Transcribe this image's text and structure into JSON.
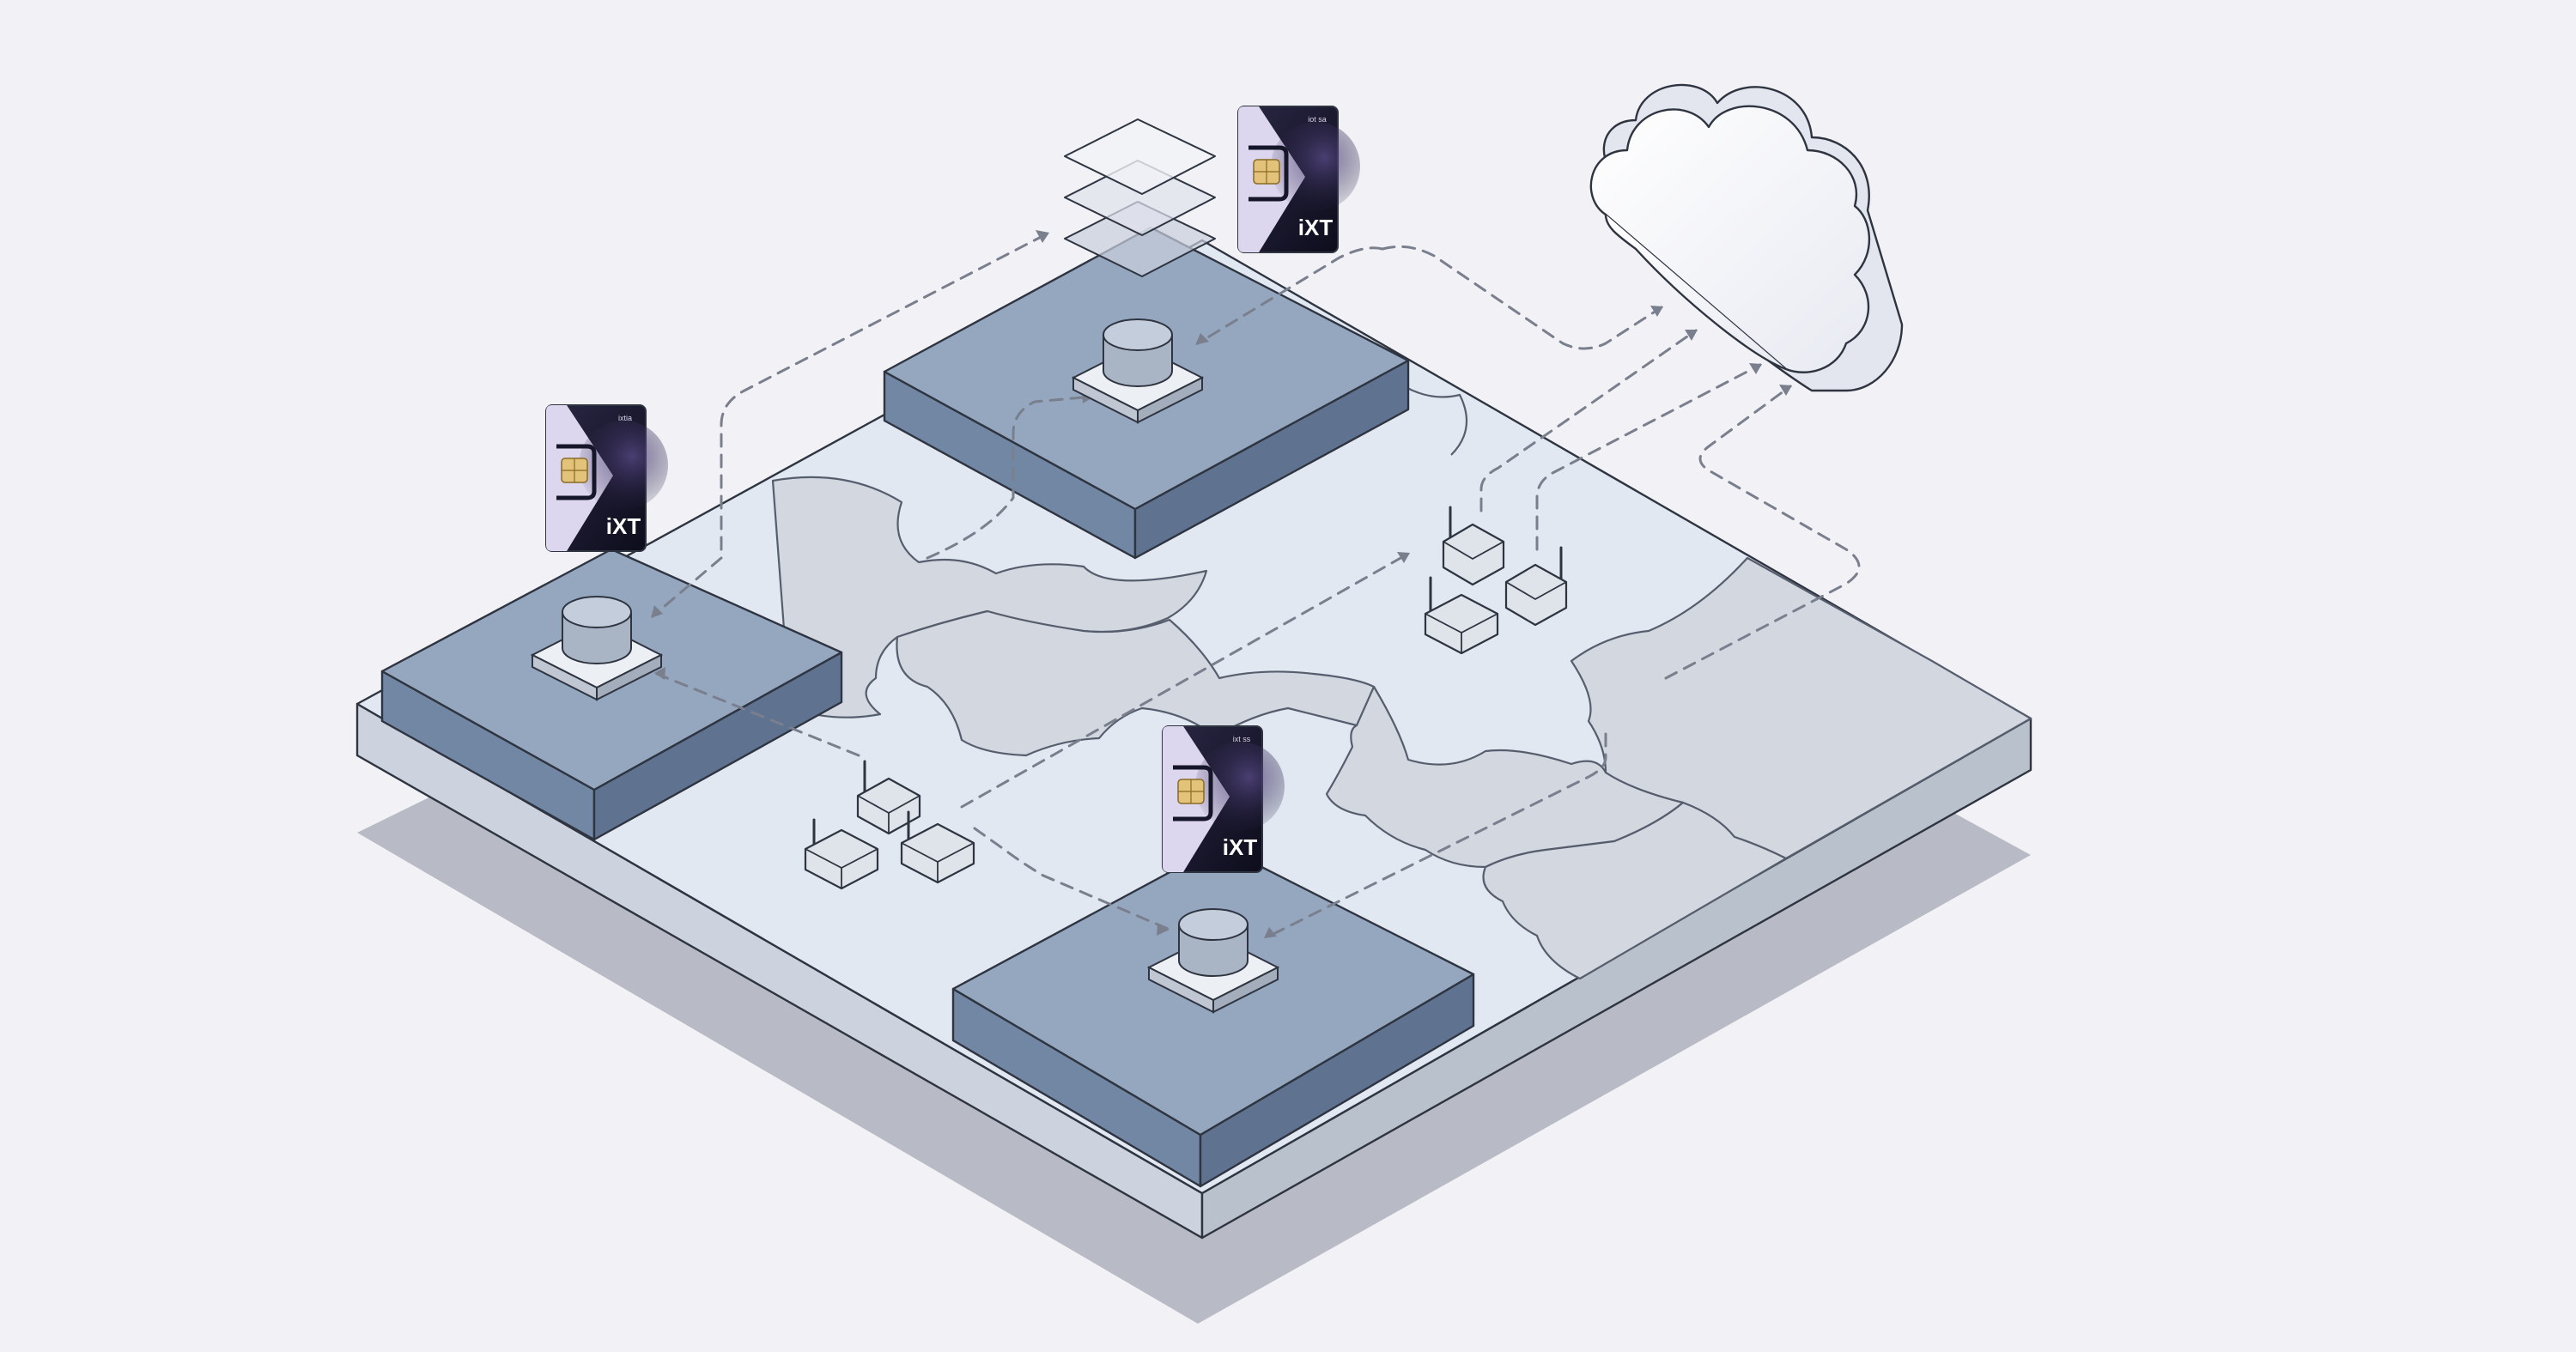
{
  "diagram": {
    "colors": {
      "background": "#f2f2f6",
      "platform_top": "#e1e8f1",
      "platform_side_left": "#ccd3de",
      "platform_side_right": "#b5bdcb",
      "shadow": "#b4b7c3",
      "region_fill": "#d3d7df",
      "zone_top": "#93a6be",
      "zone_side_left": "#6f839f",
      "zone_side_right": "#5f7390",
      "stroke": "#2e3440",
      "connector": "#7a7f8e",
      "device": "#dfe3ea",
      "cloud": "#fafbfd",
      "sim_dark": "#16162a",
      "sim_light": "#ddd6ef",
      "chip": "#e3c27a"
    },
    "sim_cards": [
      {
        "name": "sim-card-top",
        "brand": "iXT",
        "small_label": "iot sa"
      },
      {
        "name": "sim-card-left",
        "brand": "iXT",
        "small_label": "ixtia"
      },
      {
        "name": "sim-card-bottom",
        "brand": "iXT",
        "small_label": "ixt ss"
      }
    ],
    "icons": [
      "cloud-icon",
      "layer-stack-icon",
      "database-node-icon",
      "router-icon",
      "sim-card-icon"
    ]
  }
}
